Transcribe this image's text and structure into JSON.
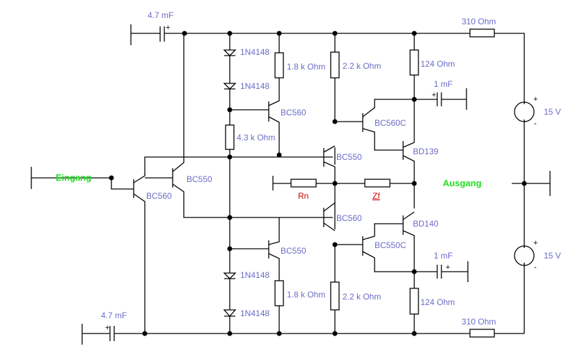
{
  "colors": {
    "wire": "#000000",
    "component_label": "#6b6bc8",
    "io_label": "#22dd22",
    "feedback_label": "#cc0000"
  },
  "labels": {
    "cap_top_left": "4.7 mF",
    "cap_bottom_left": "4.7 mF",
    "res_top_right": "310  Ohm",
    "res_bottom_right": "310  Ohm",
    "diode_1": "1N4148",
    "diode_2": "1N4148",
    "diode_3": "1N4148",
    "diode_4": "1N4148",
    "res_18k_top": "1.8 k Ohm",
    "res_18k_bottom": "1.8 k Ohm",
    "res_22k_top": "2.2 k Ohm",
    "res_22k_bottom": "2.2 k Ohm",
    "res_124_top": "124  Ohm",
    "res_124_bottom": "124  Ohm",
    "res_43k": "4.3 k Ohm",
    "cap_1mF_top": "1 mF",
    "cap_1mF_bottom": "1 mF",
    "q_bc560_upper": "BC560",
    "q_bc550_mid": "BC550",
    "q_bc560c": "BC560C",
    "q_bd139": "BD139",
    "q_bc560_input": "BC560",
    "q_bc550_input": "BC550",
    "q_bc560_lower": "BC560",
    "q_bc550_lower": "BC550",
    "q_bc550c": "BC550C",
    "q_bd140": "BD140",
    "input_label": "Eingang",
    "output_label": "Ausgang",
    "rn": "Rn",
    "zf": "Zf",
    "supply_top": "15 V",
    "supply_bottom": "15 V",
    "plus": "+",
    "minus": "-"
  }
}
